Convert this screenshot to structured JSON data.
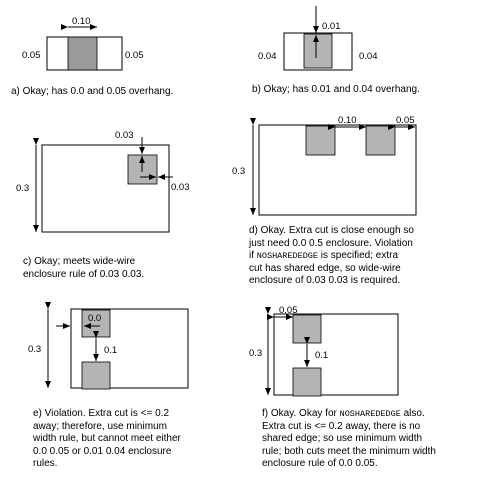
{
  "panels": {
    "a": {
      "labels": {
        "top": "0.10",
        "left": "0.05",
        "right": "0.05"
      },
      "caption": [
        "a) Okay; has 0.0 and 0.05 overhang."
      ]
    },
    "b": {
      "labels": {
        "top": "0.01",
        "left": "0.04",
        "right": "0.04"
      },
      "caption": [
        "b) Okay; has 0.01 and 0.04 overhang."
      ]
    },
    "c": {
      "labels": {
        "top": "0.03",
        "right": "0.03",
        "height": "0.3"
      },
      "caption": [
        "c) Okay; meets wide-wire",
        "enclosure rule of 0.03 0.03."
      ]
    },
    "d": {
      "labels": {
        "gap": "0.10",
        "edge": "0.05",
        "height": "0.3"
      },
      "caption_lines": [
        [
          "d) Okay. Extra cut is close enough so"
        ],
        [
          "just need 0.0 0.5 enclosure. Violation"
        ],
        [
          "if ",
          {
            "mono": "NOSHAREDEDGE"
          },
          " is specified; extra"
        ],
        [
          "cut has shared edge, so wide-wire"
        ],
        [
          "enclosure of 0.03 0.03 is required."
        ]
      ]
    },
    "e": {
      "labels": {
        "overhang": "0.0",
        "gap": "0.1",
        "height": "0.3"
      },
      "caption": [
        "e) Violation. Extra cut is <= 0.2",
        "away; therefore, use minimum",
        "width rule, but cannot meet either",
        "0.0 0.05 or 0.01 0.04 enclosure",
        "rules."
      ]
    },
    "f": {
      "labels": {
        "top": "0.05",
        "gap": "0.1",
        "height": "0.3"
      },
      "caption_lines": [
        [
          "f) Okay. Okay for ",
          {
            "mono": "NOSHAREDEDGE"
          },
          " also."
        ],
        [
          "Extra cut is <= 0.2 away, there is no"
        ],
        [
          "shared edge; so use minimum width"
        ],
        [
          "rule; both cuts meet the minimum width"
        ],
        [
          "enclosure rule of 0.0 0.05."
        ]
      ]
    }
  },
  "colors": {
    "cut_dark": "#9a9a9a",
    "cut_light": "#b4b4b4",
    "line": "#000000"
  }
}
